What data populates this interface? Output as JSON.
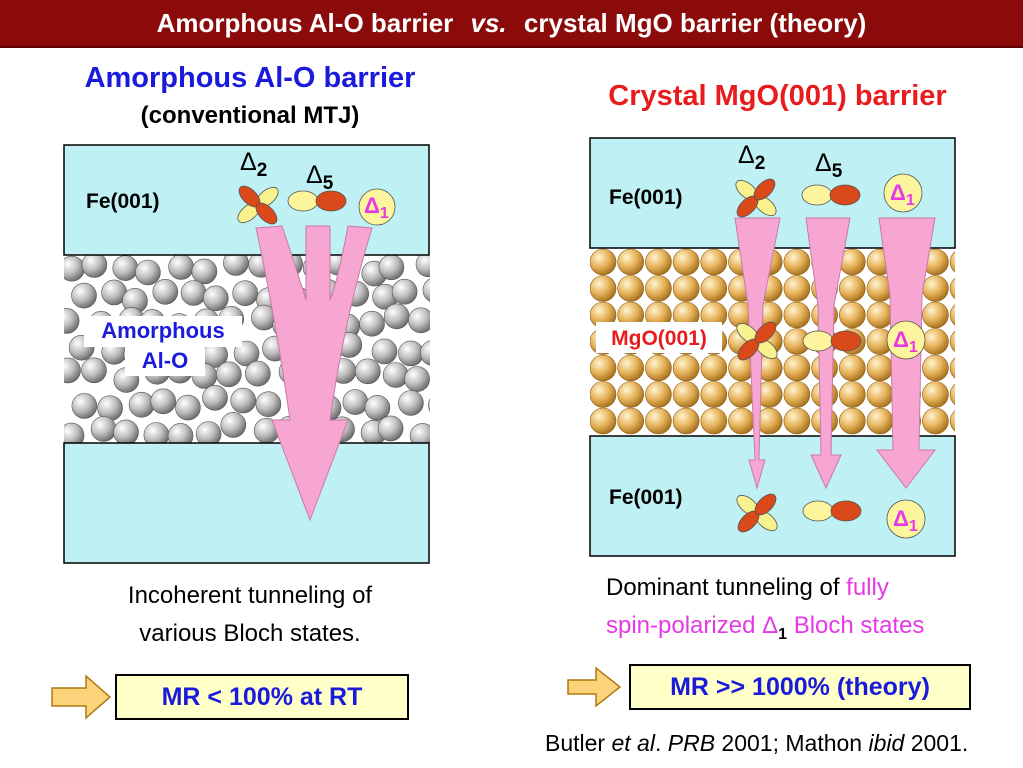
{
  "banner": {
    "part1": "Amorphous Al-O barrier",
    "vs": "vs.",
    "part2": "crystal MgO barrier (theory)"
  },
  "left": {
    "title": "Amorphous Al-O barrier",
    "subtitle": "(conventional MTJ)",
    "electrode_label": "Fe(001)",
    "barrier_label_1": "Amorphous",
    "barrier_label_2": "Al-O",
    "delta2": "Δ",
    "delta2_sub": "2",
    "delta5": "Δ",
    "delta5_sub": "5",
    "delta1": "Δ",
    "delta1_sub": "1",
    "caption_line1": "Incoherent tunneling of",
    "caption_line2": "various Bloch states.",
    "mr_label": "MR < 100% at RT"
  },
  "right": {
    "title": "Crystal MgO(001) barrier",
    "electrode_top_label": "Fe(001)",
    "electrode_bottom_label": "Fe(001)",
    "barrier_label": "MgO(001)",
    "delta_symbol": "Δ",
    "delta2_sub": "2",
    "delta5_sub": "5",
    "delta1_sub": "1",
    "caption_line1_black": "Dominant tunneling of ",
    "caption_line1_pink": "fully",
    "caption_line2_pink_a": "spin-polarized ",
    "caption_line2_delta": "Δ",
    "caption_line2_sub": "1",
    "caption_line2_pink_b": " Bloch states",
    "mr_label": "MR >> 1000% (theory)"
  },
  "citation": {
    "a": "Butler ",
    "b": "et al",
    "c": ". ",
    "d": "PRB",
    "e": " 2001; Mathon ",
    "f": "ibid",
    "g": " 2001."
  },
  "colors": {
    "banner": "#8b0a0a",
    "electrode": "#bff0f3",
    "arrow": "#f7a6d2",
    "title_blue": "#1a1adb",
    "title_red": "#e81c1c",
    "highlight_pink": "#e639e6",
    "mr_box": "#ffffc8"
  },
  "icons": [
    "right-arrow-icon",
    "d-orbital-icon",
    "p-orbital-icon",
    "s-orbital-icon"
  ]
}
